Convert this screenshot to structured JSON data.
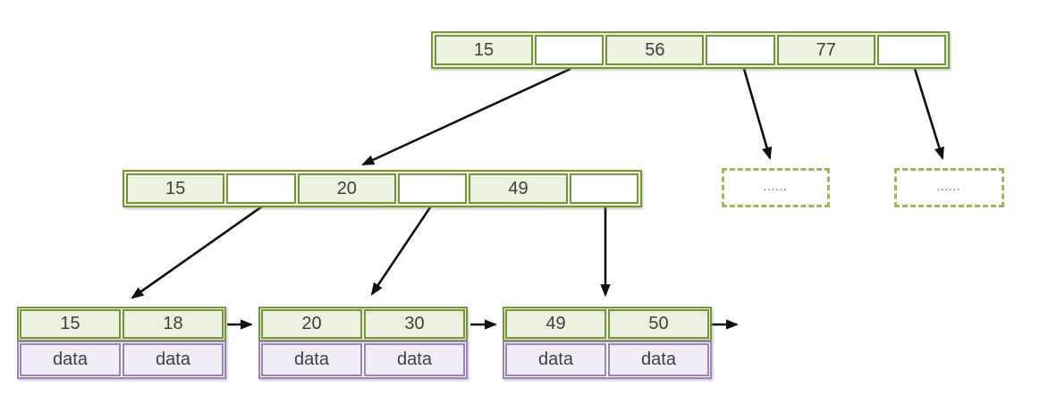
{
  "diagram_type": "b-plus-tree",
  "root_node": {
    "keys": [
      "15",
      "56",
      "77"
    ]
  },
  "internal_node": {
    "keys": [
      "15",
      "20",
      "49"
    ]
  },
  "leaf_nodes": [
    {
      "keys": [
        "15",
        "18"
      ],
      "data": [
        "data",
        "data"
      ]
    },
    {
      "keys": [
        "20",
        "30"
      ],
      "data": [
        "data",
        "data"
      ]
    },
    {
      "keys": [
        "49",
        "50"
      ],
      "data": [
        "data",
        "data"
      ]
    }
  ],
  "overflow_nodes": [
    {
      "label": "......"
    },
    {
      "label": "......"
    }
  ],
  "edges": [
    {
      "from": "root-node-pointer-1",
      "to": "internal-node"
    },
    {
      "from": "root-node-pointer-2",
      "to": "overflow-node-1"
    },
    {
      "from": "root-node-pointer-3",
      "to": "overflow-node-2"
    },
    {
      "from": "internal-node-pointer-1",
      "to": "leaf-node-1"
    },
    {
      "from": "internal-node-pointer-2",
      "to": "leaf-node-2"
    },
    {
      "from": "internal-node-pointer-3",
      "to": "leaf-node-3"
    },
    {
      "from": "leaf-node-1",
      "to": "leaf-node-2"
    },
    {
      "from": "leaf-node-2",
      "to": "leaf-node-3"
    },
    {
      "from": "leaf-node-3",
      "to": "next-leaf"
    }
  ],
  "colors": {
    "green_border": "#77933C",
    "green_fill": "#EBF1DE",
    "dashed_green": "#9BBB59",
    "purple_border": "#9C84B8",
    "purple_fill": "#F1EDF7",
    "text": "#3F3F3F",
    "arrow": "#111111",
    "background": "#FFFFFF"
  }
}
